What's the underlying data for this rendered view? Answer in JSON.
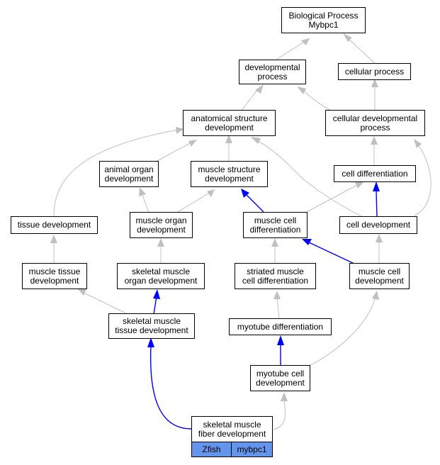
{
  "colors": {
    "gray_edge": "#c0c0c0",
    "blue_edge": "#0000ff",
    "node_border": "#000000",
    "tag_fill": "#6495ed"
  },
  "nodes": {
    "bio": {
      "label": "Biological Process\nMybpc1"
    },
    "dev": {
      "label": "developmental\nprocess"
    },
    "cell": {
      "label": "cellular process"
    },
    "anat": {
      "label": "anatomical structure\ndevelopment"
    },
    "celldevproc": {
      "label": "cellular developmental\nprocess"
    },
    "animal": {
      "label": "animal organ\ndevelopment"
    },
    "musstruct": {
      "label": "muscle structure\ndevelopment"
    },
    "celldiff": {
      "label": "cell differentiation"
    },
    "tissue": {
      "label": "tissue development"
    },
    "musorgan": {
      "label": "muscle organ\ndevelopment"
    },
    "muscelldiff": {
      "label": "muscle cell\ndifferentiation"
    },
    "celldev": {
      "label": "cell development"
    },
    "mustissue": {
      "label": "muscle tissue\ndevelopment"
    },
    "skelorgan": {
      "label": "skeletal muscle\norgan development"
    },
    "striated": {
      "label": "striated muscle\ncell differentiation"
    },
    "muscelldev": {
      "label": "muscle cell\ndevelopment"
    },
    "skeltissue": {
      "label": "skeletal muscle\ntissue development"
    },
    "myodiff": {
      "label": "myotube differentiation"
    },
    "myocelldev": {
      "label": "myotube cell\ndevelopment"
    },
    "skelfiber": {
      "label": "skeletal muscle\nfiber development"
    }
  },
  "tags": {
    "species": "Zfish",
    "gene": "mybpc1"
  }
}
